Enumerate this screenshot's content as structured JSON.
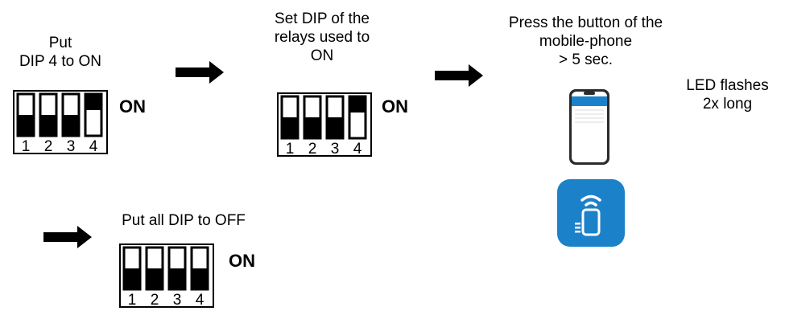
{
  "steps": {
    "step1": {
      "caption": "Put\nDIP 4 to ON",
      "switch_label": "ON",
      "numbers": [
        "1",
        "2",
        "3",
        "4"
      ]
    },
    "step2": {
      "caption": "Set DIP of the\nrelays used to\nON",
      "switch_label": "ON",
      "numbers": [
        "1",
        "2",
        "3",
        "4"
      ]
    },
    "step3": {
      "caption": "Press the button of the\nmobile-phone\n> 5 sec."
    },
    "step4": {
      "caption": "LED flashes\n2x long"
    },
    "step5": {
      "caption": "Put all DIP to OFF",
      "switch_label": "ON",
      "numbers": [
        "1",
        "2",
        "3",
        "4"
      ]
    }
  },
  "icons": {
    "arrow": "arrow-right-icon",
    "phone": "smartphone-icon",
    "app": "app-icon-remote-phone"
  },
  "colors": {
    "app_blue": "#1b82c9",
    "black": "#000000"
  }
}
